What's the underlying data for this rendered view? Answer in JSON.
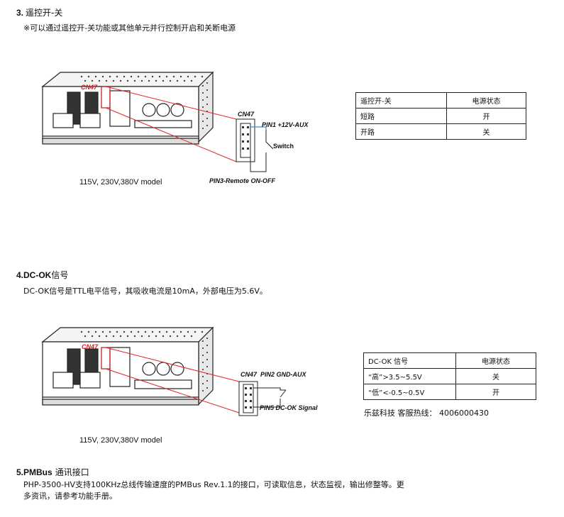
{
  "sec3": {
    "num": "3.",
    "title": "遥控开-关",
    "desc": "※可以通过遥控开-关功能或其他单元并行控制开启和关断电源",
    "model": "115V, 230V,380V model",
    "cn47_board": "CN47",
    "cn47_conn": "CN47",
    "pin1": "PIN1 +12V-AUX",
    "switch": "Switch",
    "pin3": "PIN3-Remote ON-OFF",
    "table": {
      "headers": [
        "遥控开-关",
        "电源状态"
      ],
      "rows": [
        [
          "短路",
          "开"
        ],
        [
          "开路",
          "关"
        ]
      ]
    }
  },
  "sec4": {
    "num": "4.",
    "title_en": "DC-OK",
    "title_cn": "信号",
    "desc": "DC-OK信号是TTL电平信号，其吸收电流是10mA，外部电压为5.6V。",
    "model": "115V, 230V,380V model",
    "cn47_board": "CN47",
    "cn47_conn": "CN47",
    "pin2": "PIN2 GND-AUX",
    "pin5": "PIN5 DC-OK Signal",
    "table": {
      "headers": [
        "DC-OK 信号",
        "电源状态"
      ],
      "rows": [
        [
          "“高”>3.5~5.5V",
          "关"
        ],
        [
          "“低”<-0.5~0.5V",
          "开"
        ]
      ]
    },
    "hotline": "乐兹科技 客服热线： 4006000430"
  },
  "sec5": {
    "num": "5.",
    "title_en": "PMBus",
    "title_cn": "通讯接口",
    "line1": "PHP-3500-HV支持100KHz总线传输速度的PMBus Rev.1.1的接口，可读取信息，状态监视，输出修整等。更",
    "line2": "多资讯，请参考功能手册。"
  },
  "colors": {
    "wire_red": "#e0262a",
    "wire_blue": "#3a8fd8",
    "board_red": "#d21f26"
  }
}
